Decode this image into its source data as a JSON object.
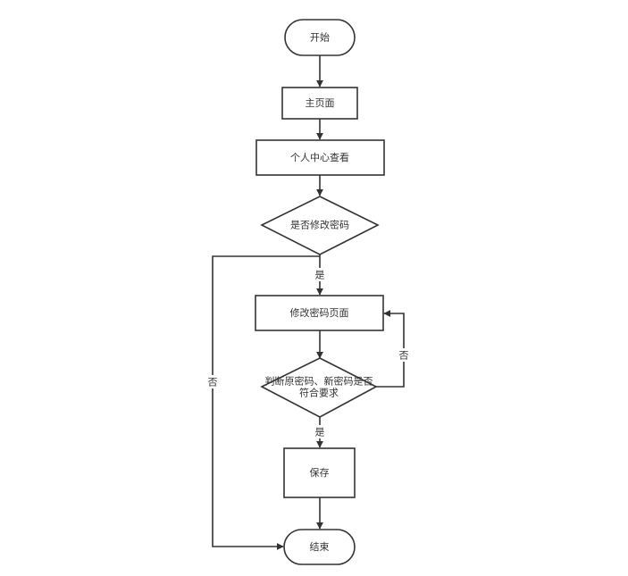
{
  "nodes": {
    "start": {
      "label": "开始"
    },
    "main_page": {
      "label": "主页面"
    },
    "personal_center": {
      "label": "个人中心查看"
    },
    "change_password_decision": {
      "label": "是否修改密码"
    },
    "change_password_page": {
      "label": "修改密码页面"
    },
    "validate_decision": {
      "line1": "判断原密码、新密码是否",
      "line2": "符合要求"
    },
    "save": {
      "label": "保存"
    },
    "end": {
      "label": "结束"
    }
  },
  "edge_labels": {
    "decision1_yes": "是",
    "decision1_no": "否",
    "decision2_yes": "是",
    "decision2_no": "否"
  },
  "colors": {
    "stroke": "#333333",
    "background": "#ffffff",
    "text": "#333333"
  }
}
